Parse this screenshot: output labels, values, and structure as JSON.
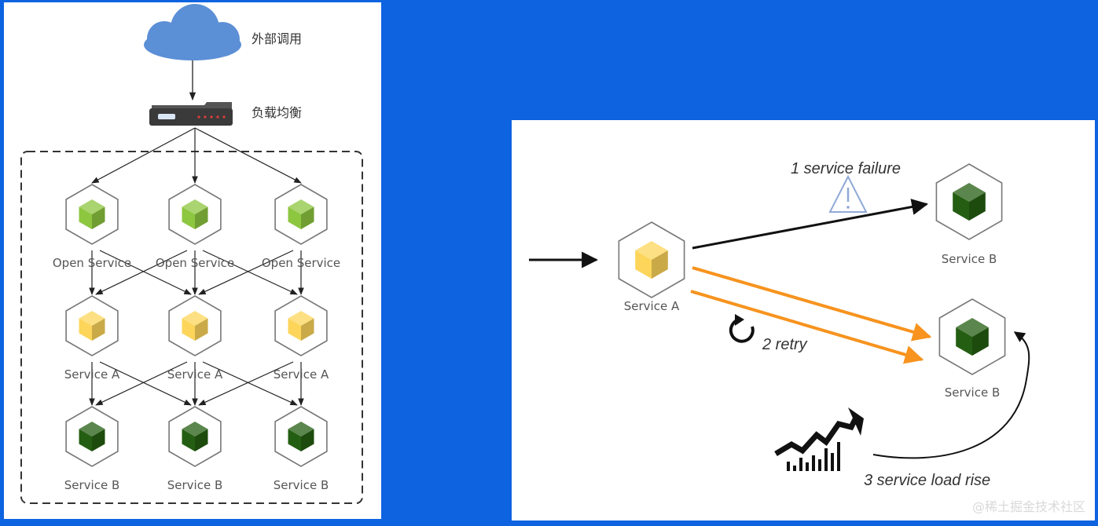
{
  "left": {
    "cloud_label": "外部调用",
    "lb_label": "负载均衡",
    "rows": [
      {
        "label": "Open Service",
        "color": "#8dc63f"
      },
      {
        "label": "Service A",
        "color": "#fcd55a"
      },
      {
        "label": "Service B",
        "color": "#245e12"
      }
    ]
  },
  "right": {
    "service_a_label": "Service A",
    "service_b_top_label": "Service B",
    "service_b_bottom_label": "Service B",
    "failure_label": "1 service failure",
    "retry_label": "2 retry",
    "load_rise_label": "3 service load rise"
  },
  "watermark": "@稀土掘金技术社区",
  "colors": {
    "background": "#0d63e0",
    "retry_arrow": "#f7931e",
    "cloud": "#5b8fd6",
    "warning": "#8fa9d6"
  }
}
